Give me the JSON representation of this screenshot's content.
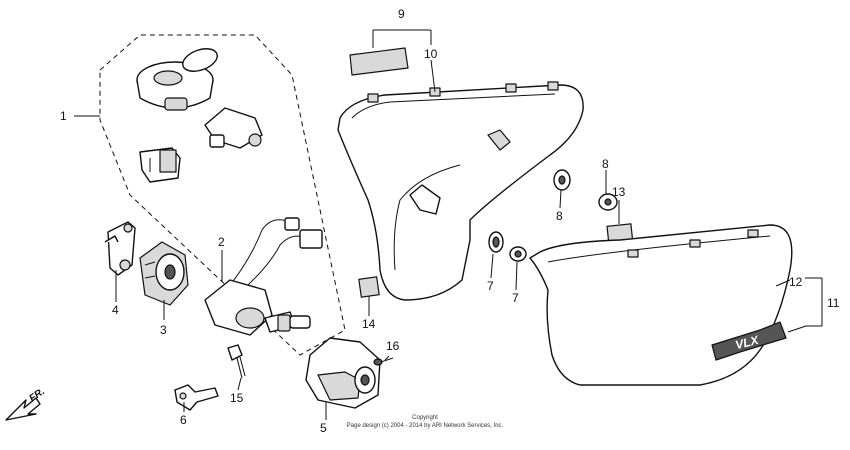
{
  "callouts": {
    "c1": "1",
    "c2": "2",
    "c3": "3",
    "c4": "4",
    "c5": "5",
    "c6": "6",
    "c7a": "7",
    "c7b": "7",
    "c8a": "8",
    "c8b": "8",
    "c9": "9",
    "c10": "10",
    "c11": "11",
    "c12": "12",
    "c13": "13",
    "c14": "14",
    "c15": "15",
    "c16": "16"
  },
  "direction_label": "FR.",
  "copyright_line1": "Copyright",
  "copyright_line2": "Page design (c) 2004 - 2014 by ARI Network Services, Inc.",
  "emblem_text": "VLX"
}
